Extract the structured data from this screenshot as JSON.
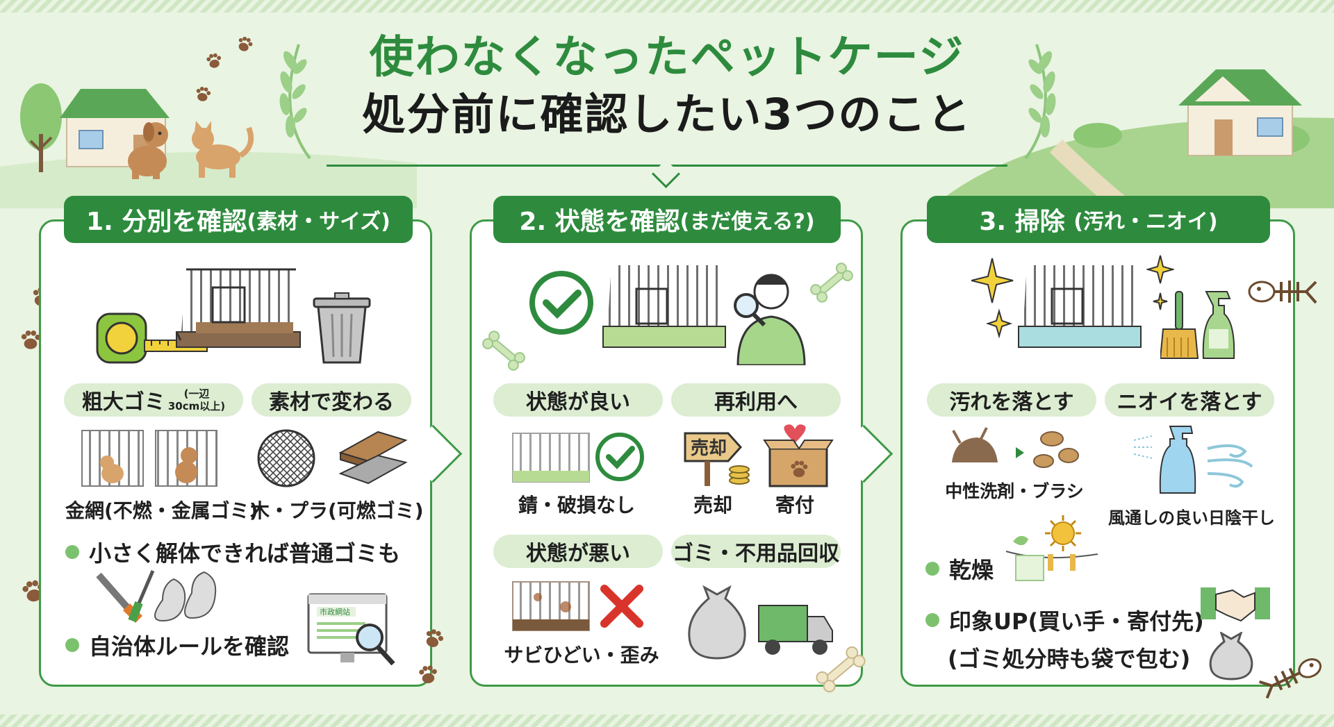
{
  "title": {
    "line1": "使わなくなったペットケージ",
    "line2": "処分前に確認したい3つのこと"
  },
  "panels": [
    {
      "heading": "1. 分別を確認",
      "heading_sub": "(素材・サイズ)",
      "pill_left_main": "粗大ゴミ",
      "pill_left_note1": "(一辺",
      "pill_left_note2": "30cm以上)",
      "pill_right": "素材で変わる",
      "label_left": "金網(不燃・金属ゴミ)",
      "label_right": "木・プラ(可燃ゴミ)",
      "bullet1": "小さく解体できれば普通ゴミも",
      "bullet2": "自治体ルールを確認",
      "monitor_text": "市政網站"
    },
    {
      "heading": "2. 状態を確認",
      "heading_sub": "(まだ使える?)",
      "pill_good": "状態が良い",
      "pill_reuse": "再利用へ",
      "label_good": "錆・破損なし",
      "sign_text": "売却",
      "label_sell": "売却",
      "label_donate": "寄付",
      "pill_bad": "状態が悪い",
      "pill_collect": "ゴミ・不用品回収",
      "label_bad": "サビひどい・歪み"
    },
    {
      "heading": "3. 掃除",
      "heading_sub": "(汚れ・ニオイ)",
      "pill_dirt": "汚れを落とす",
      "pill_odor": "ニオイを落とす",
      "label_dirt": "中性洗剤・ブラシ",
      "label_odor": "風通しの良い日陰干し",
      "bullet_dry": "乾燥",
      "bullet_up": "印象UP(買い手・寄付先)",
      "bullet_up2": "(ゴミ処分時も袋で包む)"
    }
  ],
  "colors": {
    "brand_green": "#2e8b3e",
    "panel_border": "#3e9a47",
    "pill_bg": "#dcedd2",
    "background": "#e9f4e2",
    "cross_red": "#d9342b"
  },
  "icons": [
    "paw-icon",
    "house-icon",
    "tree-icon",
    "dog-icon",
    "cat-icon",
    "laurel-icon",
    "cage-icon",
    "tape-measure-icon",
    "trash-can-icon",
    "wire-mesh-icon",
    "wood-board-icon",
    "saw-icon",
    "screwdriver-icon",
    "garbage-bag-icon",
    "monitor-search-icon",
    "checkmark-icon",
    "person-magnifier-icon",
    "bone-icon",
    "sell-sign-icon",
    "coins-icon",
    "donation-box-icon",
    "cross-icon",
    "truck-icon",
    "sparkle-icon",
    "brush-icon",
    "spray-bottle-icon",
    "fish-bone-icon",
    "dirt-icon",
    "wind-icon",
    "sun-icon",
    "clothesline-icon",
    "handshake-icon"
  ]
}
